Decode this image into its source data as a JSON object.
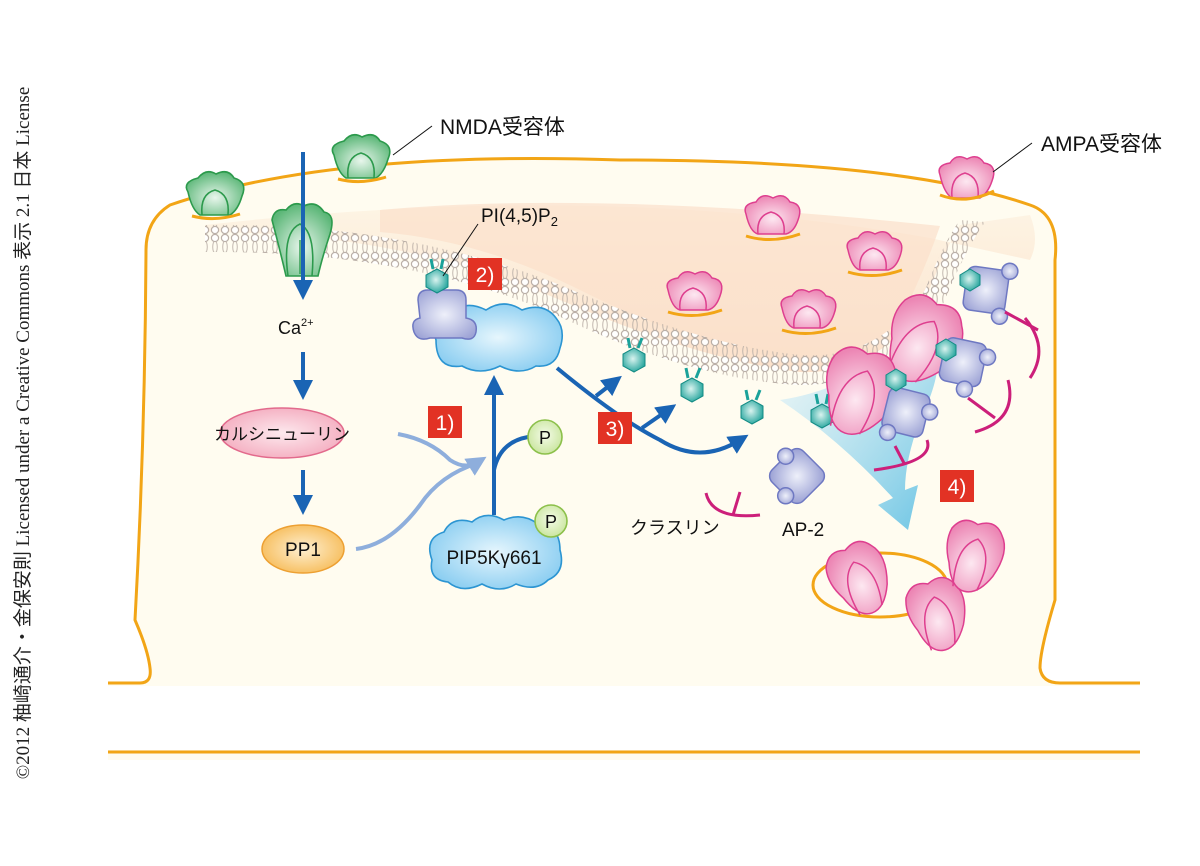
{
  "copyright": "©2012 柚崎通介・金保安則 Licensed under a Creative Commons 表示 2.1 日本 License",
  "labels": {
    "nmda_receptor": "NMDA受容体",
    "ampa_receptor": "AMPA受容体",
    "pip2": "PI(4,5)P",
    "pip2_sub": "2",
    "calcium": "Ca",
    "calcium_sup": "2+",
    "calcineurin": "カルシニューリン",
    "pp1": "PP1",
    "pip5k": "PIP5Kγ661",
    "phospho": "P",
    "clathrin": "クラスリン",
    "ap2": "AP-2"
  },
  "steps": [
    "1)",
    "2)",
    "3)",
    "4)"
  ],
  "colors": {
    "membrane_outline": "#f2a516",
    "cytoplasm": "#fffcf0",
    "arrow_blue": "#1a64b4",
    "arrow_light": "#8eaedc",
    "step_marker": "#e23224",
    "nmda_green": "#5bb97a",
    "ampa_pink": "#ee8cb8",
    "pip2_teal": "#2aa8a0",
    "ap2_lavender": "#a3a8d8",
    "clathrin_magenta": "#cc1f7a",
    "pip5k_blue": "#8ed0f2",
    "calcineurin_pink": "#f6b9c8",
    "pp1_orange": "#f7c266",
    "phospho_green": "#d6ecb0"
  }
}
